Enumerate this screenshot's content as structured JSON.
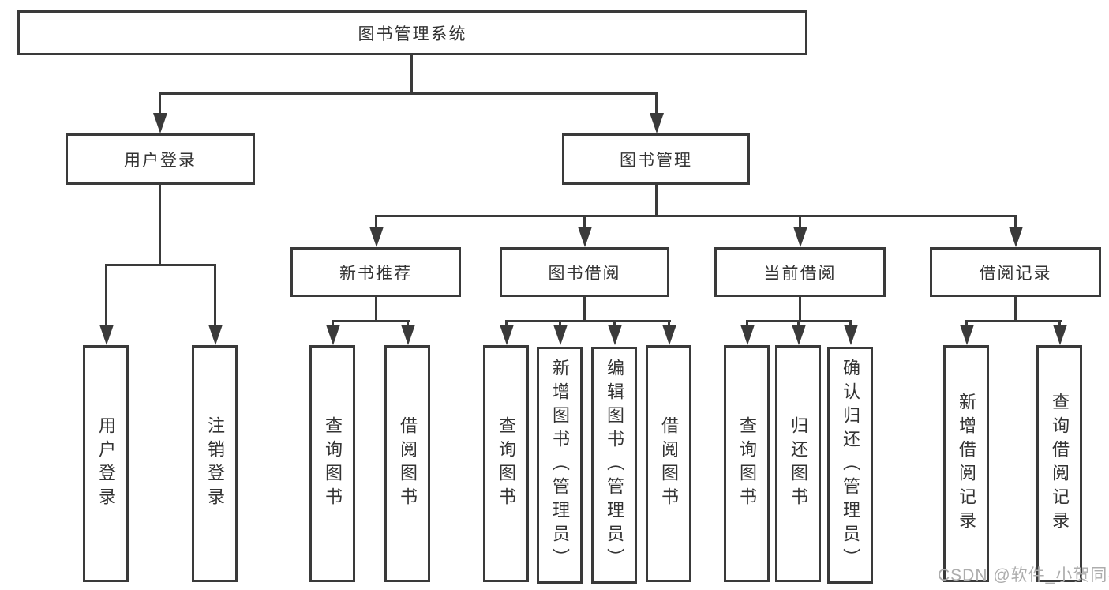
{
  "tree": {
    "label": "图书管理系统",
    "children": [
      {
        "label": "用户登录",
        "children": [
          {
            "label": "用户登录"
          },
          {
            "label": "注销登录"
          }
        ]
      },
      {
        "label": "图书管理",
        "children": [
          {
            "label": "新书推荐",
            "children": [
              {
                "label": "查询图书"
              },
              {
                "label": "借阅图书"
              }
            ]
          },
          {
            "label": "图书借阅",
            "children": [
              {
                "label": "查询图书"
              },
              {
                "label": "新增图书（管理员）"
              },
              {
                "label": "编辑图书（管理员）"
              },
              {
                "label": "借阅图书"
              }
            ]
          },
          {
            "label": "当前借阅",
            "children": [
              {
                "label": "查询图书"
              },
              {
                "label": "归还图书"
              },
              {
                "label": "确认归还（管理员）"
              }
            ]
          },
          {
            "label": "借阅记录",
            "children": [
              {
                "label": "新增借阅记录"
              },
              {
                "label": "查询借阅记录"
              }
            ]
          }
        ]
      }
    ]
  },
  "watermark": "CSDN @软件_小贺同学",
  "colors": {
    "line": "#3a3a3a",
    "text": "#333333",
    "watermark": "#adadad",
    "background": "#ffffff"
  }
}
